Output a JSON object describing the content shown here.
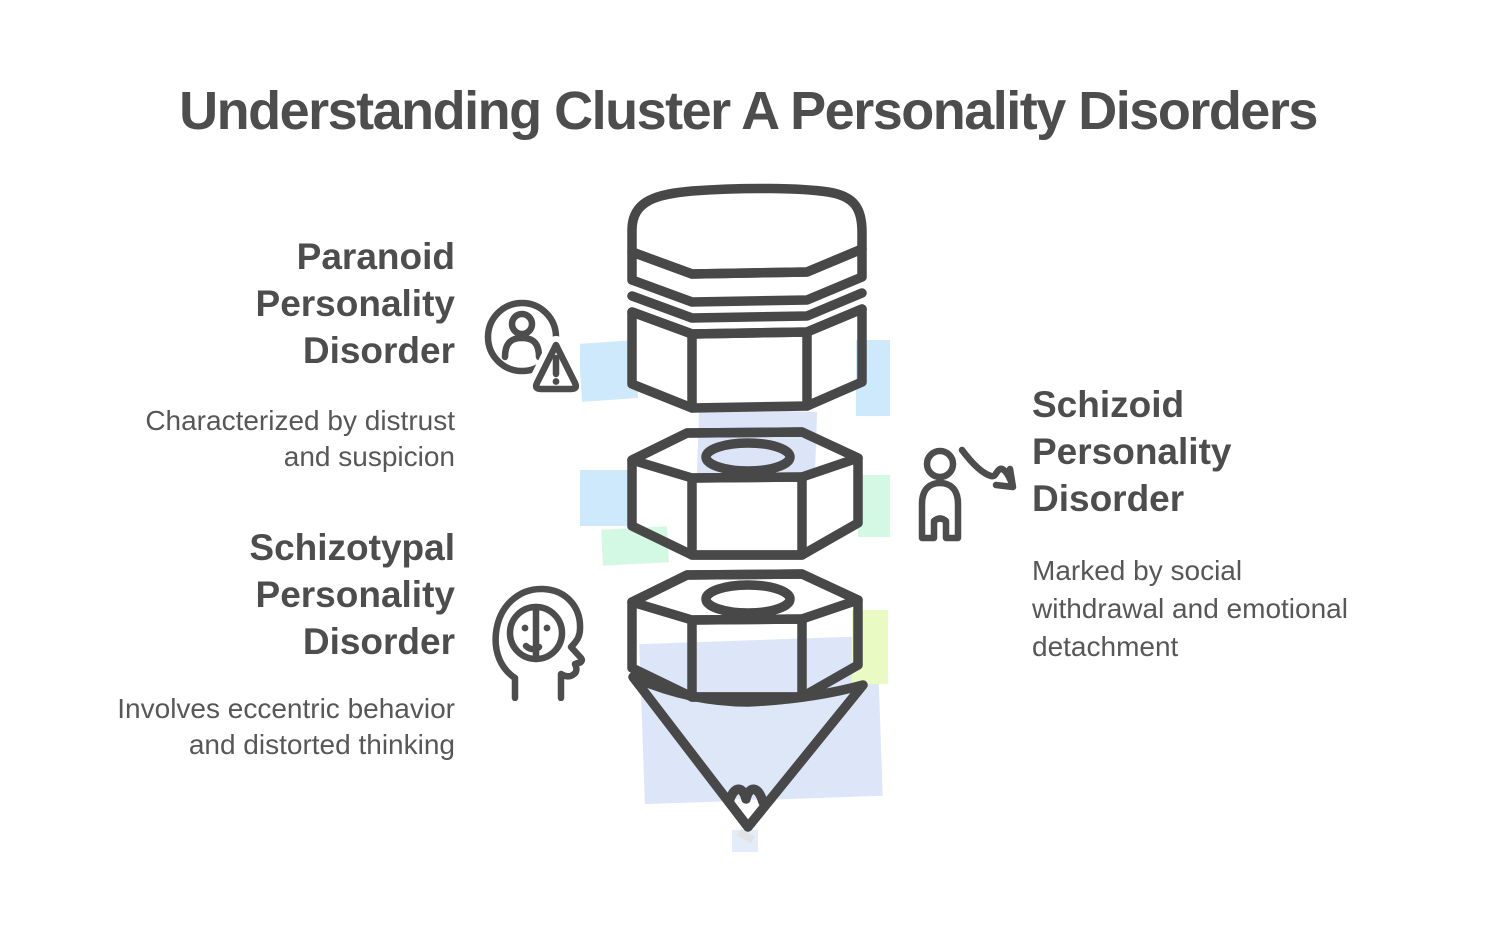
{
  "title": "Understanding Cluster A Personality Disorders",
  "colors": {
    "ink": "#4a4a4a",
    "heading_text": "#4d4d4d",
    "body_text": "#575757",
    "light_blue": "#d3edfa",
    "mint_green": "#c9fbdf",
    "yellow_green": "#e7fab5",
    "periwinkle": "#dde7f8",
    "gray_band": "#e9e9e9",
    "watercolor_blue": "#cde9fb",
    "watercolor_periwinkle": "#dce4f8",
    "watercolor_green": "#d3f8e3",
    "watercolor_yellow_green": "#e9fbc3"
  },
  "sections": {
    "paranoid": {
      "heading_lines": [
        "Paranoid",
        "Personality",
        "Disorder"
      ],
      "description_lines": [
        "Characterized by distrust",
        "and suspicion"
      ],
      "icon": "person-alert-icon"
    },
    "schizotypal": {
      "heading_lines": [
        "Schizotypal",
        "Personality",
        "Disorder"
      ],
      "description_lines": [
        "Involves eccentric behavior",
        "and distorted thinking"
      ],
      "icon": "head-split-face-icon"
    },
    "schizoid": {
      "heading_lines": [
        "Schizoid",
        "Personality",
        "Disorder"
      ],
      "description_lines": [
        "Marked by social",
        "withdrawal and emotional",
        "detachment"
      ],
      "icon": "person-decline-arrow-icon"
    }
  },
  "illustration": {
    "name": "pencil-of-stacked-hex-nuts",
    "segments": [
      {
        "label": "top-cap",
        "color": "#d3edfa"
      },
      {
        "label": "middle-nut",
        "color": "#c9fbdf"
      },
      {
        "label": "bottom-nut",
        "color": "#e7fab5"
      },
      {
        "label": "tip-cone",
        "color": "#dde7f8"
      }
    ]
  }
}
